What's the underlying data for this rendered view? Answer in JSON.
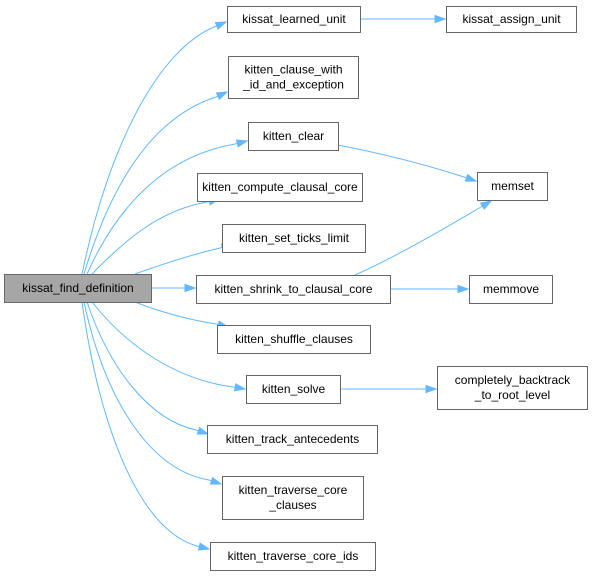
{
  "colors": {
    "edge": "#63b8ff",
    "node_border": "#666666",
    "root_fill": "#a6a6a6",
    "node_fill": "#ffffff"
  },
  "nodes": {
    "root": [
      "kissat_find_definition"
    ],
    "learned_unit": [
      "kissat_learned_unit"
    ],
    "assign_unit": [
      "kissat_assign_unit"
    ],
    "clause_with": [
      "kitten_clause_with",
      "_id_and_exception"
    ],
    "clear": [
      "kitten_clear"
    ],
    "memset": [
      "memset"
    ],
    "compute_core": [
      "kitten_compute_clausal_core"
    ],
    "set_ticks": [
      "kitten_set_ticks_limit"
    ],
    "shrink": [
      "kitten_shrink_to_clausal_core"
    ],
    "memmove": [
      "memmove"
    ],
    "shuffle": [
      "kitten_shuffle_clauses"
    ],
    "solve": [
      "kitten_solve"
    ],
    "backtrack": [
      "completely_backtrack",
      "_to_root_level"
    ],
    "track_ante": [
      "kitten_track_antecedents"
    ],
    "traverse_clauses": [
      "kitten_traverse_core",
      "_clauses"
    ],
    "traverse_ids": [
      "kitten_traverse_core_ids"
    ]
  }
}
